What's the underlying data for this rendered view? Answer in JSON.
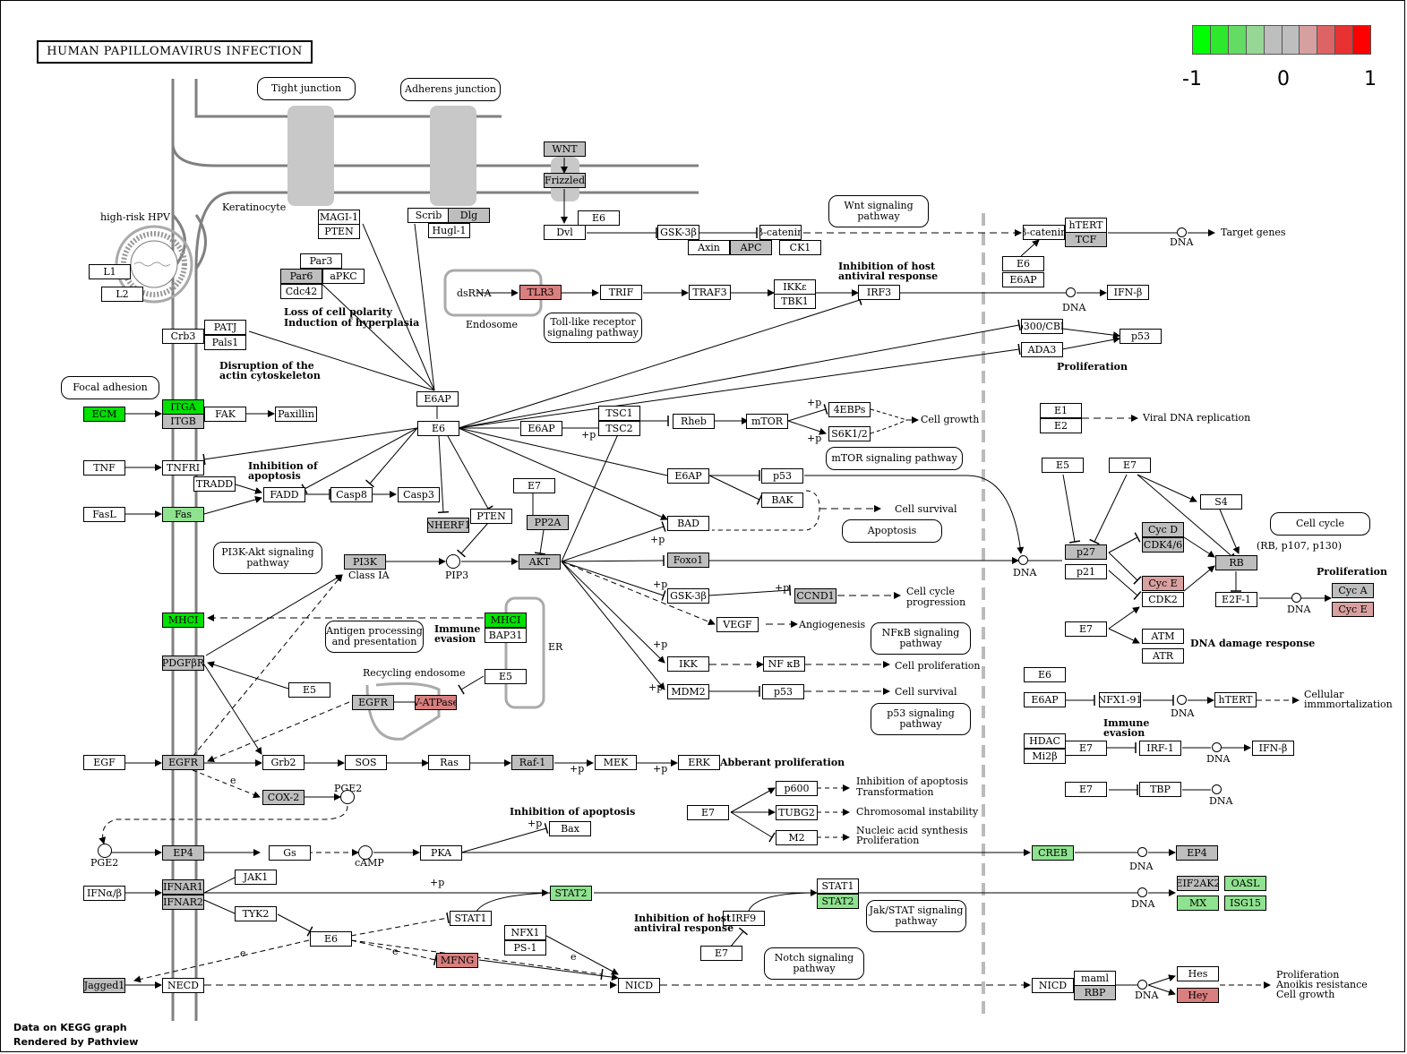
{
  "title": "HUMAN PAPILLOMAVIRUS INFECTION",
  "legend": {
    "colors": [
      "#00ff00",
      "#2ee82e",
      "#64dc64",
      "#96d796",
      "#bebebe",
      "#bebebe",
      "#d7a0a0",
      "#dc6464",
      "#e83232",
      "#ff0000"
    ],
    "min": "-1",
    "mid": "0",
    "max": "1"
  },
  "footer": {
    "line1": "Data on KEGG graph",
    "line2": "Rendered by Pathview"
  },
  "nodes": [
    {
      "id": "n1",
      "t": "WNT",
      "c": "g"
    },
    {
      "id": "n2",
      "t": "Frizzled",
      "c": "g"
    },
    {
      "id": "n3",
      "t": "Dvl",
      "c": ""
    },
    {
      "id": "n4",
      "t": "E6",
      "c": ""
    },
    {
      "id": "n5",
      "t": "GSK-3β",
      "c": ""
    },
    {
      "id": "n6",
      "t": "β-catenin",
      "c": ""
    },
    {
      "id": "n7",
      "t": "Axin",
      "c": ""
    },
    {
      "id": "n8",
      "t": "APC",
      "c": "g"
    },
    {
      "id": "n9",
      "t": "CK1",
      "c": ""
    },
    {
      "id": "n10",
      "t": "β-catenin",
      "c": ""
    },
    {
      "id": "n11",
      "t": "hTERT",
      "c": ""
    },
    {
      "id": "n12",
      "t": "TCF",
      "c": "g"
    },
    {
      "id": "n13",
      "t": "E6",
      "c": ""
    },
    {
      "id": "n14",
      "t": "E6AP",
      "c": ""
    },
    {
      "id": "n15",
      "t": "MAGI-1",
      "c": ""
    },
    {
      "id": "n16",
      "t": "PTEN",
      "c": ""
    },
    {
      "id": "n17",
      "t": "Scrib",
      "c": ""
    },
    {
      "id": "n18",
      "t": "Dlg",
      "c": "g"
    },
    {
      "id": "n19",
      "t": "Hugl-1",
      "c": ""
    },
    {
      "id": "n20",
      "t": "Par3",
      "c": ""
    },
    {
      "id": "n21",
      "t": "Par6",
      "c": "g"
    },
    {
      "id": "n22",
      "t": "aPKC",
      "c": ""
    },
    {
      "id": "n23",
      "t": "Cdc42",
      "c": ""
    },
    {
      "id": "n24",
      "t": "L1",
      "c": ""
    },
    {
      "id": "n25",
      "t": "L2",
      "c": ""
    },
    {
      "id": "n26",
      "t": "TLR3",
      "c": "red"
    },
    {
      "id": "n27",
      "t": "TRIF",
      "c": ""
    },
    {
      "id": "n28",
      "t": "TRAF3",
      "c": ""
    },
    {
      "id": "n29",
      "t": "IKKε",
      "c": ""
    },
    {
      "id": "n30",
      "t": "TBK1",
      "c": ""
    },
    {
      "id": "n31",
      "t": "IRF3",
      "c": ""
    },
    {
      "id": "n32",
      "t": "IFN-β",
      "c": ""
    },
    {
      "id": "n33",
      "t": "Crb3",
      "c": ""
    },
    {
      "id": "n34",
      "t": "PATJ",
      "c": ""
    },
    {
      "id": "n35",
      "t": "Pals1",
      "c": ""
    },
    {
      "id": "n36",
      "t": "p300/CBP",
      "c": ""
    },
    {
      "id": "n37",
      "t": "ADA3",
      "c": ""
    },
    {
      "id": "n38",
      "t": "p53",
      "c": ""
    },
    {
      "id": "n39",
      "t": "E6AP",
      "c": ""
    },
    {
      "id": "n40",
      "t": "ITGA",
      "c": "green"
    },
    {
      "id": "n41",
      "t": "ITGB",
      "c": "g"
    },
    {
      "id": "n42",
      "t": "ECM",
      "c": "green"
    },
    {
      "id": "n43",
      "t": "FAK",
      "c": ""
    },
    {
      "id": "n44",
      "t": "Paxillin",
      "c": ""
    },
    {
      "id": "n45",
      "t": "E6",
      "c": ""
    },
    {
      "id": "n46",
      "t": "E6AP",
      "c": ""
    },
    {
      "id": "n47",
      "t": "TSC1",
      "c": ""
    },
    {
      "id": "n48",
      "t": "TSC2",
      "c": ""
    },
    {
      "id": "n49",
      "t": "Rheb",
      "c": ""
    },
    {
      "id": "n50",
      "t": "mTOR",
      "c": ""
    },
    {
      "id": "n51",
      "t": "4EBPs",
      "c": ""
    },
    {
      "id": "n52",
      "t": "S6K1/2",
      "c": ""
    },
    {
      "id": "n53",
      "t": "E1",
      "c": ""
    },
    {
      "id": "n54",
      "t": "E2",
      "c": ""
    },
    {
      "id": "n55",
      "t": "TNF",
      "c": ""
    },
    {
      "id": "n56",
      "t": "TNFRI",
      "c": ""
    },
    {
      "id": "n57",
      "t": "TRADD",
      "c": ""
    },
    {
      "id": "n58",
      "t": "FADD",
      "c": ""
    },
    {
      "id": "n59",
      "t": "Casp8",
      "c": ""
    },
    {
      "id": "n60",
      "t": "Casp3",
      "c": ""
    },
    {
      "id": "n61",
      "t": "E6AP",
      "c": ""
    },
    {
      "id": "n62",
      "t": "p53",
      "c": ""
    },
    {
      "id": "n63",
      "t": "BAK",
      "c": ""
    },
    {
      "id": "n64",
      "t": "E5",
      "c": ""
    },
    {
      "id": "n65",
      "t": "E7",
      "c": ""
    },
    {
      "id": "n66",
      "t": "S4",
      "c": ""
    },
    {
      "id": "n67",
      "t": "FasL",
      "c": ""
    },
    {
      "id": "n68",
      "t": "Fas",
      "c": "lgreen"
    },
    {
      "id": "n69",
      "t": "NHERF1",
      "c": "g"
    },
    {
      "id": "n70",
      "t": "PTEN",
      "c": ""
    },
    {
      "id": "n71",
      "t": "E7",
      "c": ""
    },
    {
      "id": "n72",
      "t": "PP2A",
      "c": "g"
    },
    {
      "id": "n73",
      "t": "BAD",
      "c": ""
    },
    {
      "id": "n74",
      "t": "Cyc D",
      "c": "g"
    },
    {
      "id": "n75",
      "t": "CDK4/6",
      "c": "g"
    },
    {
      "id": "n76",
      "t": "p27",
      "c": "g"
    },
    {
      "id": "n77",
      "t": "p21",
      "c": ""
    },
    {
      "id": "n78",
      "t": "RB",
      "c": "g"
    },
    {
      "id": "n79",
      "t": "PI3K",
      "c": "g"
    },
    {
      "id": "n80",
      "t": "AKT",
      "c": "g"
    },
    {
      "id": "n81",
      "t": "Foxo1",
      "c": "g"
    },
    {
      "id": "n82",
      "t": "Cyc E",
      "c": "lred"
    },
    {
      "id": "n83",
      "t": "CDK2",
      "c": ""
    },
    {
      "id": "n84",
      "t": "E2F-1",
      "c": ""
    },
    {
      "id": "n85",
      "t": "Cyc A",
      "c": "g"
    },
    {
      "id": "n86",
      "t": "Cyc E",
      "c": "lred"
    },
    {
      "id": "n87",
      "t": "MHCI",
      "c": "green"
    },
    {
      "id": "n88",
      "t": "MHCI",
      "c": "green"
    },
    {
      "id": "n89",
      "t": "BAP31",
      "c": ""
    },
    {
      "id": "n90",
      "t": "GSK-3β",
      "c": ""
    },
    {
      "id": "n91",
      "t": "CCND1",
      "c": "g"
    },
    {
      "id": "n92",
      "t": "VEGF",
      "c": ""
    },
    {
      "id": "n93",
      "t": "E7",
      "c": ""
    },
    {
      "id": "n94",
      "t": "ATM",
      "c": ""
    },
    {
      "id": "n95",
      "t": "ATR",
      "c": ""
    },
    {
      "id": "n96",
      "t": "PDGFβR",
      "c": "g"
    },
    {
      "id": "n97",
      "t": "IKK",
      "c": ""
    },
    {
      "id": "n98",
      "t": "NF κB",
      "c": ""
    },
    {
      "id": "n99",
      "t": "E5",
      "c": ""
    },
    {
      "id": "n100",
      "t": "E5",
      "c": ""
    },
    {
      "id": "n101",
      "t": "EGFR",
      "c": "g"
    },
    {
      "id": "n102",
      "t": "V-ATPase",
      "c": "red"
    },
    {
      "id": "n103",
      "t": "MDM2",
      "c": ""
    },
    {
      "id": "n104",
      "t": "p53",
      "c": ""
    },
    {
      "id": "n105",
      "t": "E6",
      "c": ""
    },
    {
      "id": "n106",
      "t": "E6AP",
      "c": ""
    },
    {
      "id": "n107",
      "t": "NFX1-91",
      "c": ""
    },
    {
      "id": "n108",
      "t": "hTERT",
      "c": ""
    },
    {
      "id": "n109",
      "t": "HDAC",
      "c": ""
    },
    {
      "id": "n110",
      "t": "Mi2β",
      "c": ""
    },
    {
      "id": "n111",
      "t": "E7",
      "c": ""
    },
    {
      "id": "n112",
      "t": "IRF-1",
      "c": ""
    },
    {
      "id": "n113",
      "t": "IFN-β",
      "c": ""
    },
    {
      "id": "n114",
      "t": "EGF",
      "c": ""
    },
    {
      "id": "n115",
      "t": "EGFR",
      "c": "g"
    },
    {
      "id": "n116",
      "t": "Grb2",
      "c": ""
    },
    {
      "id": "n117",
      "t": "SOS",
      "c": ""
    },
    {
      "id": "n118",
      "t": "Ras",
      "c": ""
    },
    {
      "id": "n119",
      "t": "Raf-1",
      "c": "g"
    },
    {
      "id": "n120",
      "t": "MEK",
      "c": ""
    },
    {
      "id": "n121",
      "t": "ERK",
      "c": ""
    },
    {
      "id": "n122",
      "t": "COX-2",
      "c": "g"
    },
    {
      "id": "n123",
      "t": "p600",
      "c": ""
    },
    {
      "id": "n124",
      "t": "E7",
      "c": ""
    },
    {
      "id": "n125",
      "t": "TUBG2",
      "c": ""
    },
    {
      "id": "n126",
      "t": "M2",
      "c": ""
    },
    {
      "id": "n127",
      "t": "E7",
      "c": ""
    },
    {
      "id": "n128",
      "t": "TBP",
      "c": ""
    },
    {
      "id": "n129",
      "t": "Bax",
      "c": ""
    },
    {
      "id": "n130",
      "t": "EP4",
      "c": "g"
    },
    {
      "id": "n131",
      "t": "Gs",
      "c": ""
    },
    {
      "id": "n132",
      "t": "PKA",
      "c": ""
    },
    {
      "id": "n133",
      "t": "CREB",
      "c": "lgreen"
    },
    {
      "id": "n134",
      "t": "EP4",
      "c": "g"
    },
    {
      "id": "n135",
      "t": "IFNα/β",
      "c": ""
    },
    {
      "id": "n136",
      "t": "IFNAR1",
      "c": "g"
    },
    {
      "id": "n137",
      "t": "IFNAR2",
      "c": "g"
    },
    {
      "id": "n138",
      "t": "JAK1",
      "c": ""
    },
    {
      "id": "n139",
      "t": "TYK2",
      "c": ""
    },
    {
      "id": "n140",
      "t": "STAT2",
      "c": "lgreen"
    },
    {
      "id": "n141",
      "t": "STAT1",
      "c": ""
    },
    {
      "id": "n142",
      "t": "STAT2",
      "c": "lgreen"
    },
    {
      "id": "n143",
      "t": "EIF2AK2",
      "c": "g"
    },
    {
      "id": "n144",
      "t": "OASL",
      "c": "lgreen"
    },
    {
      "id": "n145",
      "t": "MX",
      "c": "lgreen"
    },
    {
      "id": "n146",
      "t": "ISG15",
      "c": "lgreen"
    },
    {
      "id": "n147",
      "t": "E6",
      "c": ""
    },
    {
      "id": "n148",
      "t": "STAT1",
      "c": ""
    },
    {
      "id": "n149",
      "t": "IRF9",
      "c": ""
    },
    {
      "id": "n150",
      "t": "NFX1",
      "c": ""
    },
    {
      "id": "n151",
      "t": "PS-1",
      "c": ""
    },
    {
      "id": "n152",
      "t": "E7",
      "c": ""
    },
    {
      "id": "n153",
      "t": "MFNG",
      "c": "red"
    },
    {
      "id": "n154",
      "t": "Jagged1",
      "c": "g"
    },
    {
      "id": "n155",
      "t": "NECD",
      "c": ""
    },
    {
      "id": "n156",
      "t": "NICD",
      "c": ""
    },
    {
      "id": "n157",
      "t": "NICD",
      "c": ""
    },
    {
      "id": "n158",
      "t": "maml",
      "c": ""
    },
    {
      "id": "n159",
      "t": "RBP",
      "c": "g"
    },
    {
      "id": "n160",
      "t": "Hes",
      "c": ""
    },
    {
      "id": "n161",
      "t": "Hey",
      "c": "red"
    },
    {
      "id": "n162",
      "t": "E6AP",
      "c": ""
    }
  ],
  "pathways": [
    {
      "id": "p1",
      "t": "Tight junction"
    },
    {
      "id": "p2",
      "t": "Adherens junction"
    },
    {
      "id": "p3",
      "t": "Wnt signaling pathway"
    },
    {
      "id": "p4",
      "t": "Focal adhesion"
    },
    {
      "id": "p5",
      "t": "Toll-like receptor signaling pathway"
    },
    {
      "id": "p6",
      "t": "mTOR signaling pathway"
    },
    {
      "id": "p7",
      "t": "Apoptosis"
    },
    {
      "id": "p8",
      "t": "PI3K-Akt signaling pathway"
    },
    {
      "id": "p9",
      "t": "Cell cycle"
    },
    {
      "id": "p10",
      "t": "Antigen processing and presentation"
    },
    {
      "id": "p11",
      "t": "NFκB signaling pathway"
    },
    {
      "id": "p12",
      "t": "p53 signaling pathway"
    },
    {
      "id": "p13",
      "t": "Jak/STAT signaling pathway"
    },
    {
      "id": "p14",
      "t": "Notch signaling pathway"
    }
  ],
  "labels": [
    {
      "id": "l1",
      "t": "high-risk HPV",
      "b": false
    },
    {
      "id": "l2",
      "t": "Keratinocyte",
      "b": false
    },
    {
      "id": "l3",
      "t": "Loss of cell polarity",
      "b": true
    },
    {
      "id": "l4",
      "t": "Induction of hyperplasia",
      "b": true
    },
    {
      "id": "l5",
      "t": "Disruption of the",
      "b": true
    },
    {
      "id": "l6",
      "t": "actin cytoskeleton",
      "b": true
    },
    {
      "id": "l7",
      "t": "Inhibition of",
      "b": true
    },
    {
      "id": "l8",
      "t": "apoptosis",
      "b": true
    },
    {
      "id": "l9",
      "t": "dsRNA",
      "b": false
    },
    {
      "id": "l10",
      "t": "Endosome",
      "b": false
    },
    {
      "id": "l11",
      "t": "Inhibition of host",
      "b": true
    },
    {
      "id": "l12",
      "t": "antiviral response",
      "b": true
    },
    {
      "id": "l13",
      "t": "Target genes",
      "b": false
    },
    {
      "id": "l14",
      "t": "DNA",
      "b": false
    },
    {
      "id": "l15",
      "t": "DNA",
      "b": false
    },
    {
      "id": "l16",
      "t": "Proliferation",
      "b": true
    },
    {
      "id": "l17",
      "t": "Viral DNA replication",
      "b": false
    },
    {
      "id": "l18",
      "t": "Cell growth",
      "b": false
    },
    {
      "id": "l19",
      "t": "Cell survival",
      "b": false
    },
    {
      "id": "l20",
      "t": "DNA",
      "b": false
    },
    {
      "id": "l21",
      "t": "(RB, p107, p130)",
      "b": false
    },
    {
      "id": "l22",
      "t": "Proliferation",
      "b": true
    },
    {
      "id": "l23",
      "t": "DNA",
      "b": false
    },
    {
      "id": "l24",
      "t": "DNA damage response",
      "b": true
    },
    {
      "id": "l25",
      "t": "Class IA",
      "b": false
    },
    {
      "id": "l26",
      "t": "PIP3",
      "b": false
    },
    {
      "id": "l27",
      "t": "Immune",
      "b": true
    },
    {
      "id": "l28",
      "t": "evasion",
      "b": true
    },
    {
      "id": "l29",
      "t": "ER",
      "b": false
    },
    {
      "id": "l30",
      "t": "Recycling endosome",
      "b": false
    },
    {
      "id": "l31",
      "t": "Cell cycle",
      "b": false
    },
    {
      "id": "l32",
      "t": "progression",
      "b": false
    },
    {
      "id": "l33",
      "t": "Angiogenesis",
      "b": false
    },
    {
      "id": "l34",
      "t": "Cell proliferation",
      "b": false
    },
    {
      "id": "l35",
      "t": "Cell survival",
      "b": false
    },
    {
      "id": "l36",
      "t": "Cellular",
      "b": false
    },
    {
      "id": "l37",
      "t": "immmortalization",
      "b": false
    },
    {
      "id": "l38",
      "t": "DNA",
      "b": false
    },
    {
      "id": "l39",
      "t": "Immune",
      "b": true
    },
    {
      "id": "l40",
      "t": "evasion",
      "b": true
    },
    {
      "id": "l41",
      "t": "DNA",
      "b": false
    },
    {
      "id": "l42",
      "t": "Abberant proliferation",
      "b": true
    },
    {
      "id": "l43",
      "t": "PGE2",
      "b": false
    },
    {
      "id": "l44",
      "t": "Inhibition of apoptosis",
      "b": false
    },
    {
      "id": "l45",
      "t": "Transformation",
      "b": false
    },
    {
      "id": "l46",
      "t": "Chromosomal instability",
      "b": false
    },
    {
      "id": "l47",
      "t": "Nucleic acid synthesis",
      "b": false
    },
    {
      "id": "l48",
      "t": "Proliferation",
      "b": false
    },
    {
      "id": "l49",
      "t": "DNA",
      "b": false
    },
    {
      "id": "l50",
      "t": "Inhibition of apoptosis",
      "b": true
    },
    {
      "id": "l51",
      "t": "PGE2",
      "b": false
    },
    {
      "id": "l52",
      "t": "cAMP",
      "b": false
    },
    {
      "id": "l53",
      "t": "DNA",
      "b": false
    },
    {
      "id": "l54",
      "t": "DNA",
      "b": false
    },
    {
      "id": "l55",
      "t": "Inhibition of host",
      "b": true
    },
    {
      "id": "l56",
      "t": "antiviral response",
      "b": true
    },
    {
      "id": "l57",
      "t": "DNA",
      "b": false
    },
    {
      "id": "l58",
      "t": "Proliferation",
      "b": false
    },
    {
      "id": "l59",
      "t": "Anoikis resistance",
      "b": false
    },
    {
      "id": "l60",
      "t": "Cell growth",
      "b": false
    },
    {
      "id": "l61",
      "t": "+p",
      "b": false
    },
    {
      "id": "l62",
      "t": "+p",
      "b": false
    },
    {
      "id": "l63",
      "t": "+p",
      "b": false
    },
    {
      "id": "l64",
      "t": "+p",
      "b": false
    },
    {
      "id": "l65",
      "t": "+p",
      "b": false
    },
    {
      "id": "l66",
      "t": "+p",
      "b": false
    },
    {
      "id": "l67",
      "t": "+p",
      "b": false
    },
    {
      "id": "l68",
      "t": "+p",
      "b": false
    },
    {
      "id": "l69",
      "t": "+p",
      "b": false
    },
    {
      "id": "l70",
      "t": "+p",
      "b": false
    },
    {
      "id": "l71",
      "t": "+p",
      "b": false
    },
    {
      "id": "l72",
      "t": "+p",
      "b": false
    },
    {
      "id": "l73",
      "t": "e",
      "b": false
    },
    {
      "id": "l74",
      "t": "e",
      "b": false
    },
    {
      "id": "l75",
      "t": "e",
      "b": false
    },
    {
      "id": "l76",
      "t": "e",
      "b": false
    }
  ]
}
